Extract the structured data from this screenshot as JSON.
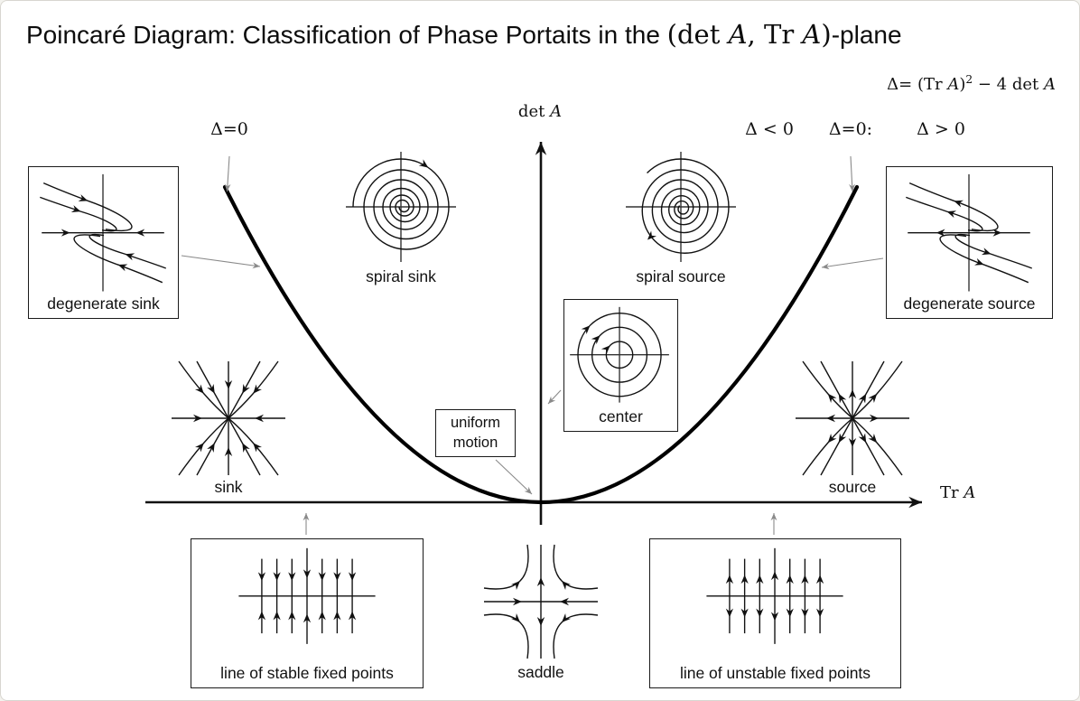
{
  "title": {
    "text": "Poincaré Diagram:  Classification of Phase Portaits in the ",
    "math_open": "(det ",
    "var_a1": "A",
    "math_comma": ", Tr ",
    "var_a2": "A",
    "math_close": ")",
    "suffix": "-plane"
  },
  "formula": {
    "p1": "Δ= (Tr ",
    "a1": "A",
    "p2": ")",
    "exp": "2",
    "p3": " − 4 det ",
    "a2": "A"
  },
  "axes": {
    "y_prefix": "det ",
    "y_var": "A",
    "x_prefix": "Tr ",
    "x_var": "A"
  },
  "regions": {
    "delta_zero_left": "Δ=0",
    "delta_neg": "Δ < 0",
    "delta_zero_right": "Δ=0:",
    "delta_pos": "Δ > 0"
  },
  "labels": {
    "degenerate_sink": "degenerate sink",
    "spiral_sink": "spiral sink",
    "spiral_source": "spiral source",
    "degenerate_source": "degenerate source",
    "sink": "sink",
    "center": "center",
    "source": "source",
    "uniform_motion_1": "uniform",
    "uniform_motion_2": "motion",
    "stable_line": "line of stable fixed points",
    "saddle": "saddle",
    "unstable_line": "line of unstable fixed points"
  },
  "colors": {
    "ink": "#111111",
    "curve": "#000000",
    "pointer_gray": "#8a8a8a",
    "background": "#ffffff",
    "frame": "#d8d6d0"
  }
}
